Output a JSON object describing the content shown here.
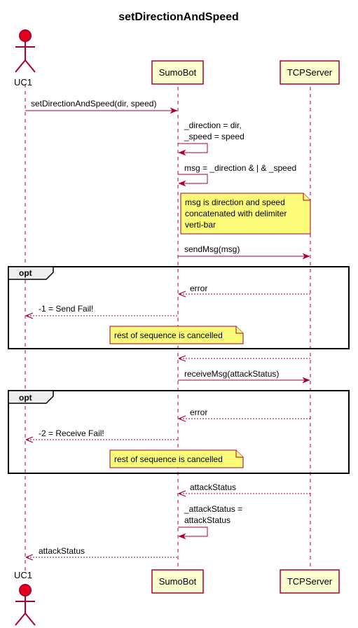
{
  "diagram": {
    "title": "setDirectionAndSpeed",
    "participants": {
      "uc1": "UC1",
      "sumobot": "SumoBot",
      "tcpserver": "TCPServer"
    },
    "messages": {
      "m1": "setDirectionAndSpeed(dir, speed)",
      "m2_line1": "_direction = dir,",
      "m2_line2": "_speed = speed",
      "m3": "msg = _direction & | & _speed",
      "m4": "sendMsg(msg)",
      "m5": "error",
      "m6": "-1 = Send Fail!",
      "m7": "",
      "m8": "receiveMsg(attackStatus)",
      "m9": "error",
      "m10": "-2 = Receive Fail!",
      "m11": "attackStatus",
      "m12_line1": "_attackStatus =",
      "m12_line2": "attackStatus",
      "m13": "attackStatus"
    },
    "notes": {
      "n1_line1": "msg is direction and speed",
      "n1_line2": "concatenated with delimiter",
      "n1_line3": "verti-bar",
      "n2": "rest of sequence is cancelled",
      "n3": "rest of sequence is cancelled"
    },
    "fragments": {
      "f1": "opt",
      "f2": "opt"
    },
    "colors": {
      "line": "#A80036",
      "participant_fill": "#FEFECE",
      "note_fill": "#FBFB77",
      "actor_fill": "#E2001A"
    }
  }
}
